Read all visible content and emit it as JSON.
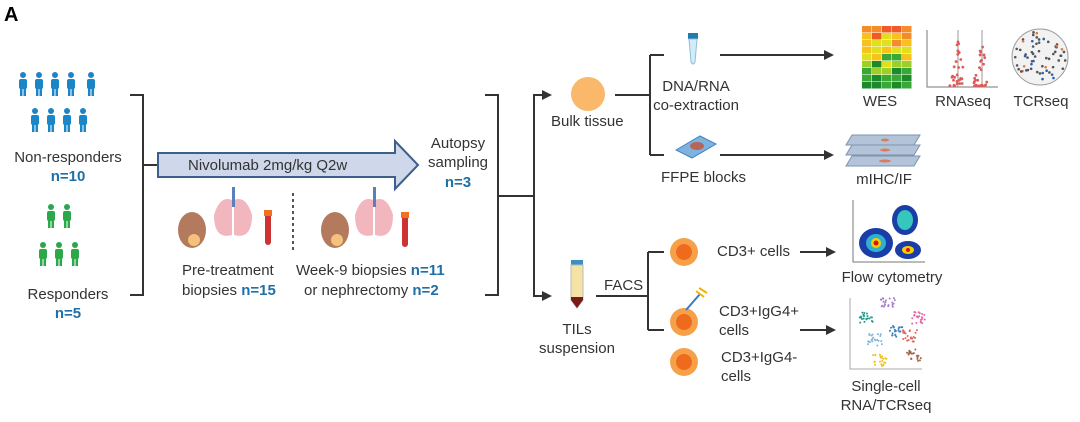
{
  "panel_label": "A",
  "cohorts": {
    "non_responders": {
      "label": "Non-responders",
      "n": "n=10",
      "color": "#1a86c8"
    },
    "responders": {
      "label": "Responders",
      "n": "n=5",
      "color": "#2aa84a"
    }
  },
  "treatment": {
    "label": "Nivolumab 2mg/kg Q2w",
    "arrow_fill": "#ced8ea",
    "arrow_stroke": "#3d5f8c"
  },
  "autopsy": {
    "line1": "Autopsy",
    "line2": "sampling",
    "n": "n=3"
  },
  "pretreatment": {
    "line1": "Pre-treatment",
    "line2": "biopsies",
    "n": "n=15"
  },
  "week9": {
    "line1": "Week-9 biopsies",
    "n1": "n=11",
    "line2": "or nephrectomy",
    "n2": "n=2"
  },
  "bulk": {
    "label": "Bulk tissue",
    "dna_rna": {
      "line1": "DNA/RNA",
      "line2": "co-extraction"
    },
    "ffpe": {
      "label": "FFPE blocks"
    },
    "outputs": {
      "wes": "WES",
      "rnaseq": "RNAseq",
      "tcrseq": "TCRseq",
      "mihc": "mIHC/IF"
    }
  },
  "tils": {
    "line1": "TILs",
    "line2": "suspension",
    "facs": "FACS",
    "cd3": "CD3+ cells",
    "igg4pos": {
      "line1": "CD3+IgG4+",
      "line2": "cells"
    },
    "igg4neg": {
      "line1": "CD3+IgG4-",
      "line2": "cells"
    },
    "flow": "Flow cytometry",
    "single_cell": {
      "line1": "Single-cell",
      "line2": "RNA/TCRseq"
    }
  }
}
